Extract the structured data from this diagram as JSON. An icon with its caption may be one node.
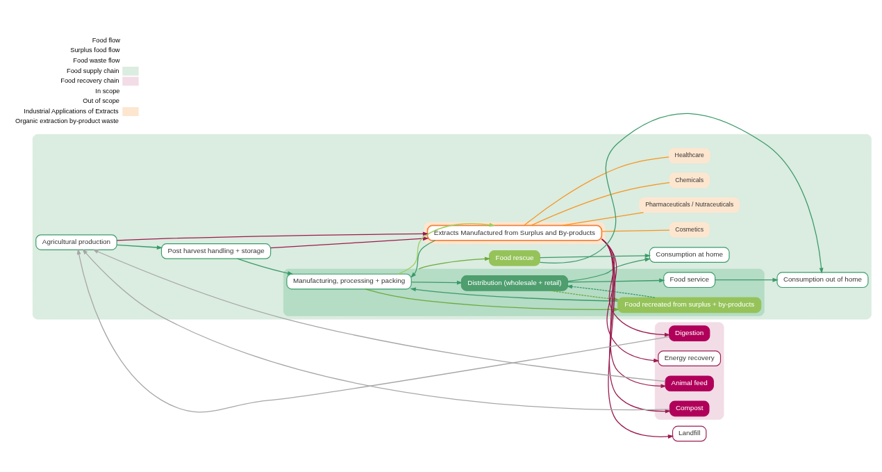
{
  "diagram": {
    "nodes": [
      {
        "text": [],
        "shape": "box"
      },
      {
        "text": [
          "Agricultural production"
        ],
        "in": 0
      },
      {
        "text": [
          "Post harvest handling + storage"
        ],
        "in": 0
      },
      {
        "text": [],
        "shape": "box",
        "in": 0
      },
      {
        "text": [
          "Manufacturing, processing + packing"
        ],
        "in": 3
      },
      {
        "text": [
          "Distribution (wholesale + retail)"
        ],
        "in": 3
      },
      {
        "text": [
          "Food recreated from surplus + by-products"
        ],
        "in": 3
      },
      {
        "text": [
          "Food service"
        ],
        "in": 3
      },
      {
        "text": [
          "Consumption at home"
        ],
        "in": 0
      },
      {
        "text": [
          "Consumption out of home"
        ],
        "in": 0
      },
      {
        "text": [],
        "shape": "box",
        "in": 0
      },
      {
        "text": [
          "Extracts Manufactured from Surplus and By-products"
        ],
        "in": 10
      },
      {
        "text": [
          "Cosmetics"
        ],
        "in": 0
      },
      {
        "text": [
          "Pharmaceuticals / Nutraceuticals"
        ],
        "in": 0
      },
      {
        "text": [
          "Chemicals"
        ],
        "in": 0
      },
      {
        "text": [
          "Healthcare"
        ],
        "in": 0
      },
      {
        "text": [
          "Food rescue"
        ],
        "in": 0
      },
      {
        "text": [],
        "shape": "box"
      },
      {
        "text": [
          "Animal feed"
        ],
        "in": 17
      },
      {
        "text": [
          "Compost"
        ],
        "in": 17
      },
      {
        "text": [
          "Digestion"
        ],
        "in": 17
      },
      {
        "text": [
          "Energy recovery"
        ],
        "in": 17
      },
      {
        "text": [
          "Landfill"
        ]
      }
    ],
    "edges": [
      {
        "from": 1,
        "to": 2,
        "arrow": "to"
      },
      {
        "from": 2,
        "to": 4,
        "arrow": "to"
      },
      {
        "from": 4,
        "to": 5,
        "arrow": "to"
      },
      {
        "from": 5,
        "to": 8,
        "arrow": "to"
      },
      {
        "from": 5,
        "to": 7,
        "arrow": "to"
      },
      {
        "from": 7,
        "to": 9,
        "arrow": "to"
      },
      {
        "from": 4,
        "to": 6,
        "arrow": "to",
        "color": "#6aaa3a"
      },
      {
        "from": 6,
        "to": 4,
        "arrow": "to"
      },
      {
        "from": 5,
        "to": 6,
        "arrow": "to",
        "style": "dashed",
        "color": "#6aaa3a"
      },
      {
        "from": 6,
        "to": 5,
        "arrow": "to",
        "style": "dashed"
      },
      {
        "from": 4,
        "to": 11,
        "arrow": "to",
        "color": "#9ccf5c"
      },
      {
        "from": 11,
        "to": 4,
        "arrow": "to"
      },
      {
        "from": 1,
        "to": 11,
        "arrow": "to",
        "color": "#9b1b4f"
      },
      {
        "from": 2,
        "to": 11,
        "arrow": "to",
        "color": "#9b1b4f"
      },
      {
        "from": 3,
        "to": 16,
        "arrow": "to",
        "color": "#6aaa3a"
      },
      {
        "from": 16,
        "to": 8,
        "arrow": "to"
      },
      {
        "from": 16,
        "to": 9,
        "arrow": "to"
      },
      {
        "from": 11,
        "to": 12,
        "arrow": "none",
        "color": "#f7941d"
      },
      {
        "from": 11,
        "to": 13,
        "arrow": "none",
        "color": "#f7941d"
      },
      {
        "from": 11,
        "to": 14,
        "arrow": "none",
        "color": "#f7941d"
      },
      {
        "from": 11,
        "to": 15,
        "arrow": "none",
        "color": "#f7941d"
      },
      {
        "from": 11,
        "to": 18,
        "arrow": "to",
        "color": "#9b1b4f"
      },
      {
        "from": 11,
        "to": 19,
        "arrow": "to",
        "color": "#9b1b4f"
      },
      {
        "from": 11,
        "to": 20,
        "arrow": "to",
        "color": "#9b1b4f"
      },
      {
        "from": 11,
        "to": 21,
        "arrow": "to",
        "color": "#9b1b4f"
      },
      {
        "from": 11,
        "to": 22,
        "arrow": "to",
        "color": "#9b1b4f"
      },
      {
        "from": 18,
        "to": 1,
        "arrow": "to",
        "color": "#a6a6a6"
      },
      {
        "from": 19,
        "to": 1,
        "arrow": "to",
        "color": "#a6a6a6"
      },
      {
        "from": 20,
        "to": 1,
        "arrow": "to",
        "color": "#a6a6a6"
      }
    ],
    "legend": [
      {
        "text": "Food flow"
      },
      {
        "text": "Surplus food flow"
      },
      {
        "text": "Food waste flow"
      },
      {
        "text": "Food supply chain",
        "color": "#dbece0"
      },
      {
        "text": "Food recovery chain",
        "color": "#f2dce6"
      },
      {
        "text": "In scope"
      },
      {
        "text": "Out of scope"
      },
      {
        "text": "Industrial Applications of Extracts",
        "color": "#fde6cf"
      },
      {
        "text": "Organic extraction by-product waste"
      }
    ]
  }
}
